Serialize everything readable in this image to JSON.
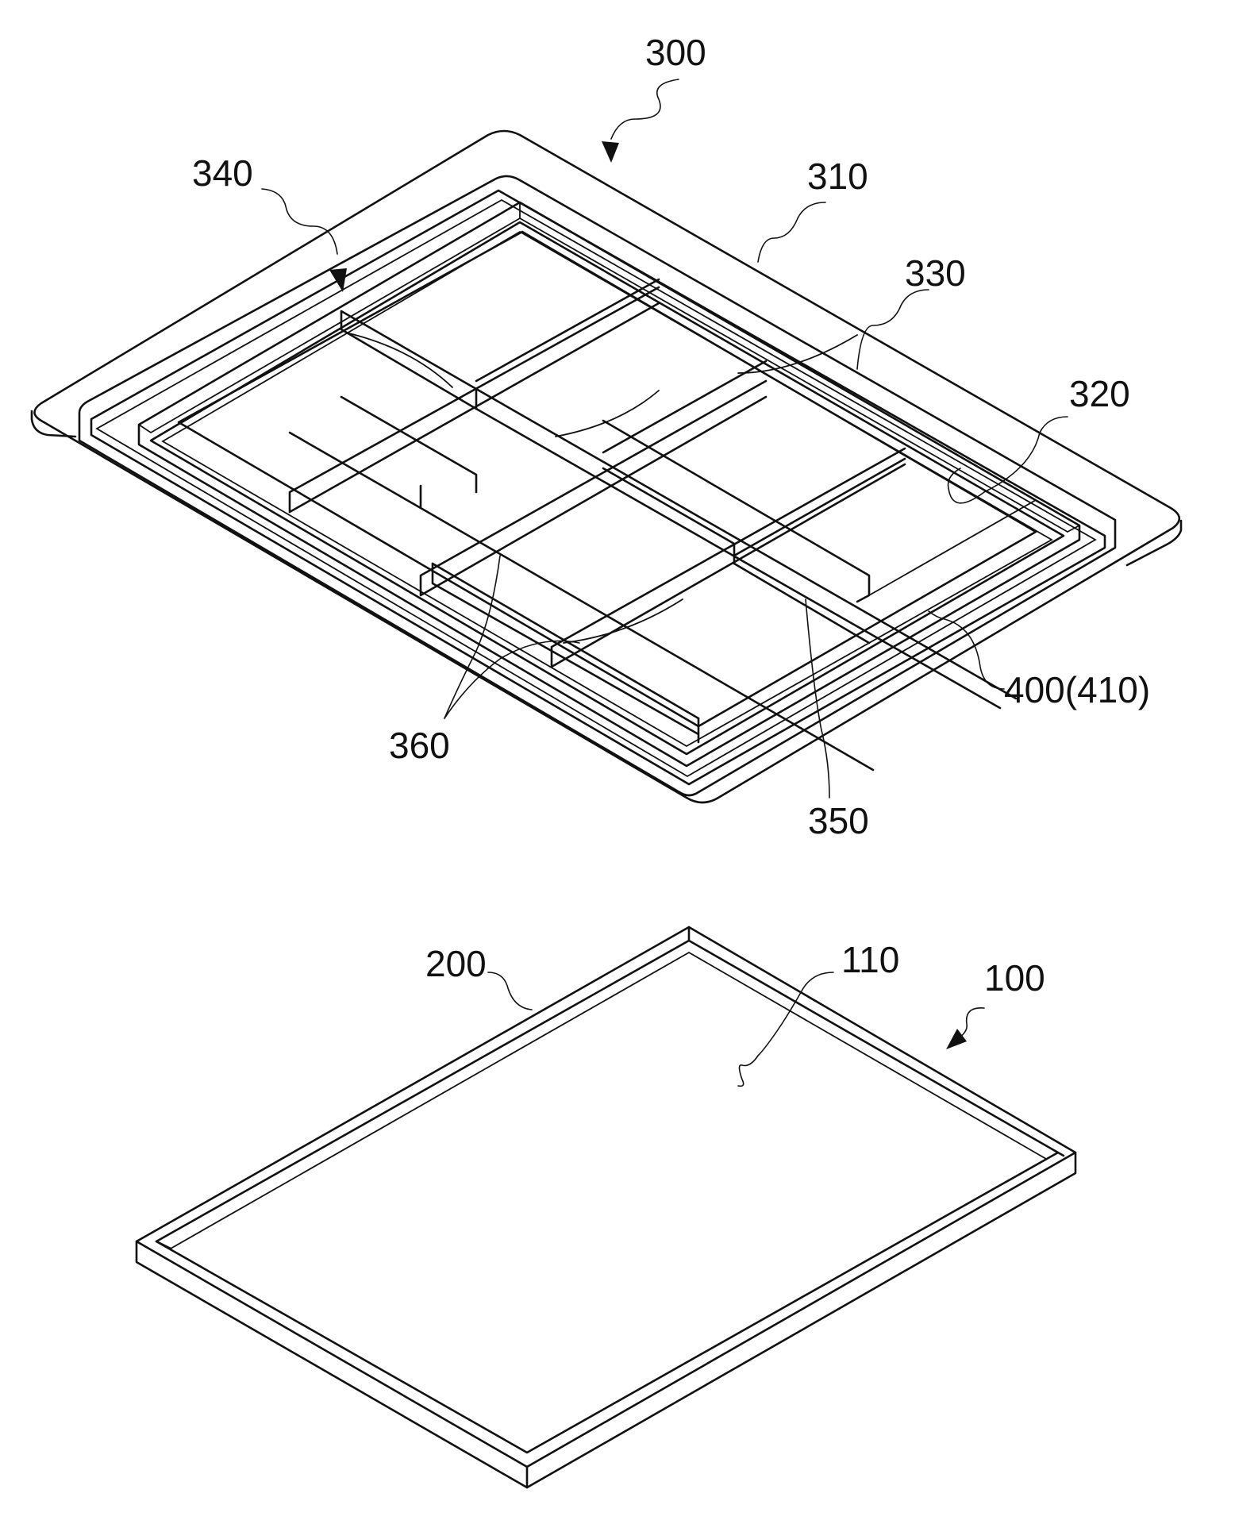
{
  "figure": {
    "stroke_color": "#111111",
    "background": "#ffffff",
    "labels": {
      "l300": "300",
      "l340": "340",
      "l310": "310",
      "l330": "330",
      "l320": "320",
      "l400": "400(410)",
      "l360": "360",
      "l350": "350",
      "l200": "200",
      "l110": "110",
      "l100": "100"
    }
  }
}
